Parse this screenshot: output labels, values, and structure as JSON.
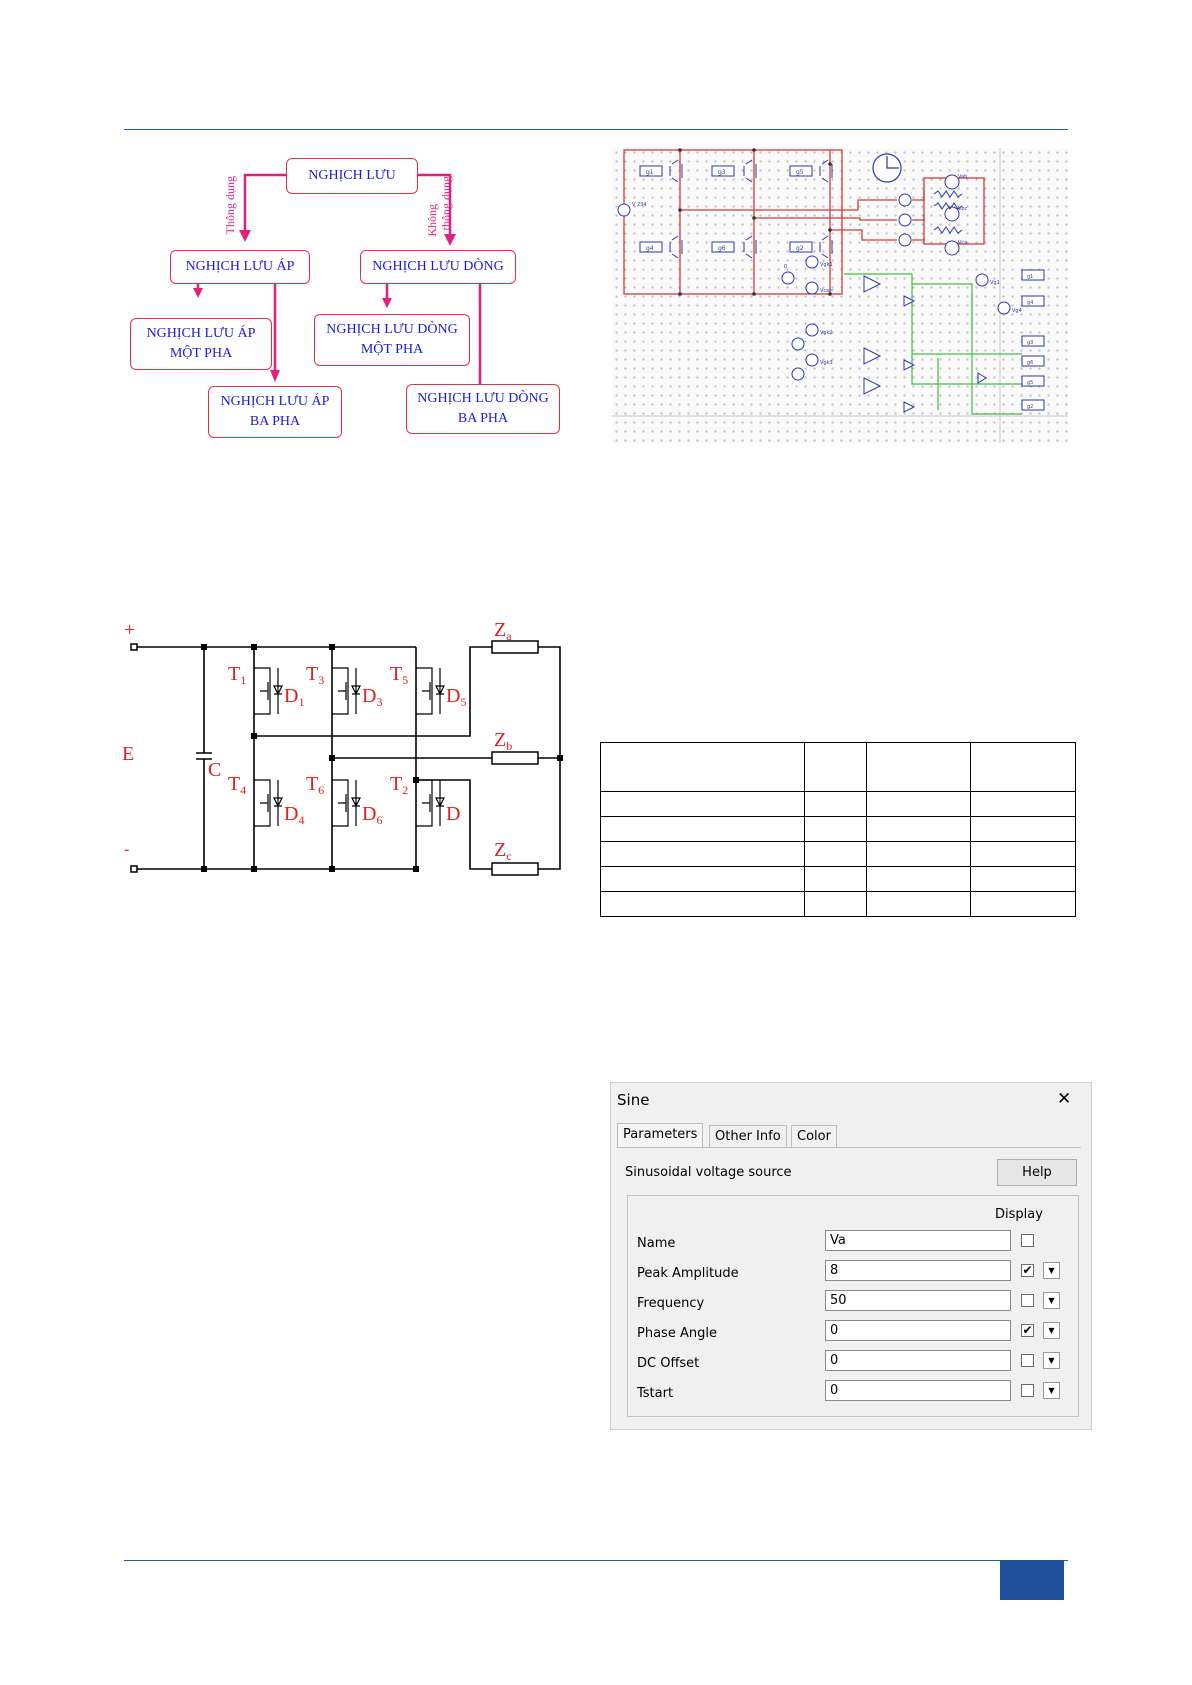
{
  "tree": {
    "root": "NGHỊCH LƯU",
    "left_branch_label": "Thông dụng",
    "right_branch_label_1": "Không",
    "right_branch_label_2": "thông dụng",
    "voltage_inverter": "NGHỊCH LƯU ÁP",
    "current_inverter": "NGHỊCH LƯU DÒNG",
    "v1_line1": "NGHỊCH LƯU ÁP",
    "v1_line2": "MỘT PHA",
    "v3_line1": "NGHỊCH LƯU ÁP",
    "v3_line2": "BA PHA",
    "c1_line1": "NGHỊCH LƯU DÒNG",
    "c1_line2": "MỘT PHA",
    "c3_line1": "NGHỊCH LƯU DÒNG",
    "c3_line2": "BA PHA"
  },
  "schematic": {
    "source_label": "V 234",
    "gate_labels": [
      "g1",
      "g3",
      "g5",
      "g4",
      "g6",
      "g2"
    ],
    "output_labels": [
      "g1",
      "g4",
      "g3",
      "g6",
      "g5",
      "g2"
    ],
    "meter_labels": [
      "Vab",
      "Vbc",
      "Vca"
    ],
    "vsense_labels": [
      "Vgk1",
      "Vcarr",
      "Vgk2",
      "Vgk3",
      "Vg1",
      "Vg4"
    ],
    "const_label": "0"
  },
  "circuit": {
    "e_label": "E",
    "c_label": "C",
    "plus": "+",
    "minus": "-",
    "za": "Z",
    "za_sub": "a",
    "zb": "Z",
    "zb_sub": "b",
    "zc": "Z",
    "zc_sub": "c",
    "t1": "T",
    "t1_sub": "1",
    "t3": "T",
    "t3_sub": "3",
    "t5": "T",
    "t5_sub": "5",
    "t4": "T",
    "t4_sub": "4",
    "t6": "T",
    "t6_sub": "6",
    "t2": "T",
    "t2_sub": "2",
    "d1": "D",
    "d1_sub": "1",
    "d3": "D",
    "d3_sub": "3",
    "d5": "D",
    "d5_sub": "5",
    "d4": "D",
    "d4_sub": "4",
    "d6": "D",
    "d6_sub": "6",
    "d2": "D"
  },
  "dialog": {
    "title": "Sine",
    "tabs": [
      "Parameters",
      "Other Info",
      "Color"
    ],
    "description": "Sinusoidal voltage source",
    "help_label": "Help",
    "display_label": "Display",
    "close_glyph": "✕",
    "check_glyph": "✔",
    "dropdown_glyph": "▼",
    "params": [
      {
        "label": "Name",
        "value": "Va",
        "checked": false,
        "dropdown": false
      },
      {
        "label": "Peak Amplitude",
        "value": "8",
        "checked": true,
        "dropdown": true
      },
      {
        "label": "Frequency",
        "value": "50",
        "checked": false,
        "dropdown": true
      },
      {
        "label": "Phase Angle",
        "value": "0",
        "checked": true,
        "dropdown": true
      },
      {
        "label": "DC Offset",
        "value": "0",
        "checked": false,
        "dropdown": true
      },
      {
        "label": "Tstart",
        "value": "0",
        "checked": false,
        "dropdown": true
      }
    ]
  }
}
